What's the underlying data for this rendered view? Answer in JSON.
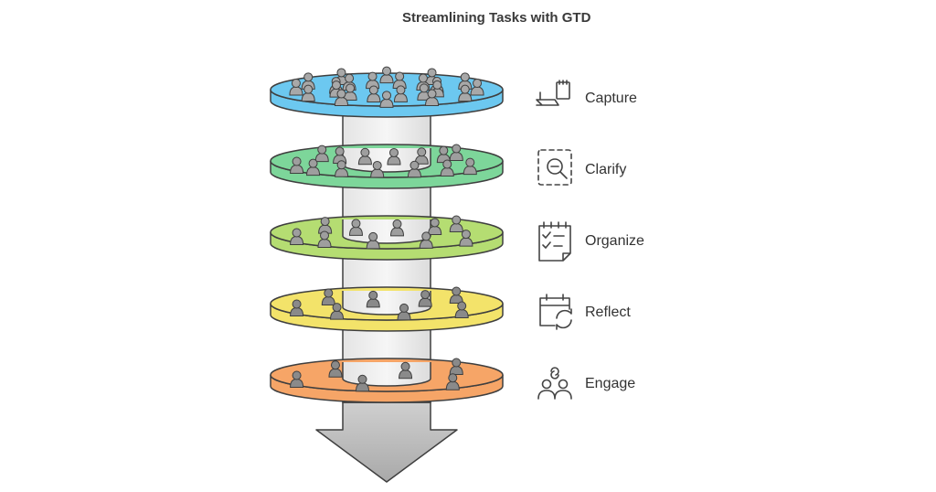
{
  "title": "Streamlining Tasks with GTD",
  "stages": [
    {
      "label": "Capture",
      "icon": "capture-icon",
      "color": "#6cc8f0",
      "people": 24
    },
    {
      "label": "Clarify",
      "icon": "clarify-icon",
      "color": "#7dd69a",
      "people": 14
    },
    {
      "label": "Organize",
      "icon": "organize-icon",
      "color": "#b5dd72",
      "people": 10
    },
    {
      "label": "Reflect",
      "icon": "reflect-icon",
      "color": "#f3e36a",
      "people": 8
    },
    {
      "label": "Engage",
      "icon": "engage-icon",
      "color": "#f6a567",
      "people": 6
    }
  ],
  "colors": {
    "cylinder": "#eeeeee",
    "arrow": "#bdbdbd",
    "outline": "#3f3f3f",
    "person": "#9a9a9a"
  }
}
